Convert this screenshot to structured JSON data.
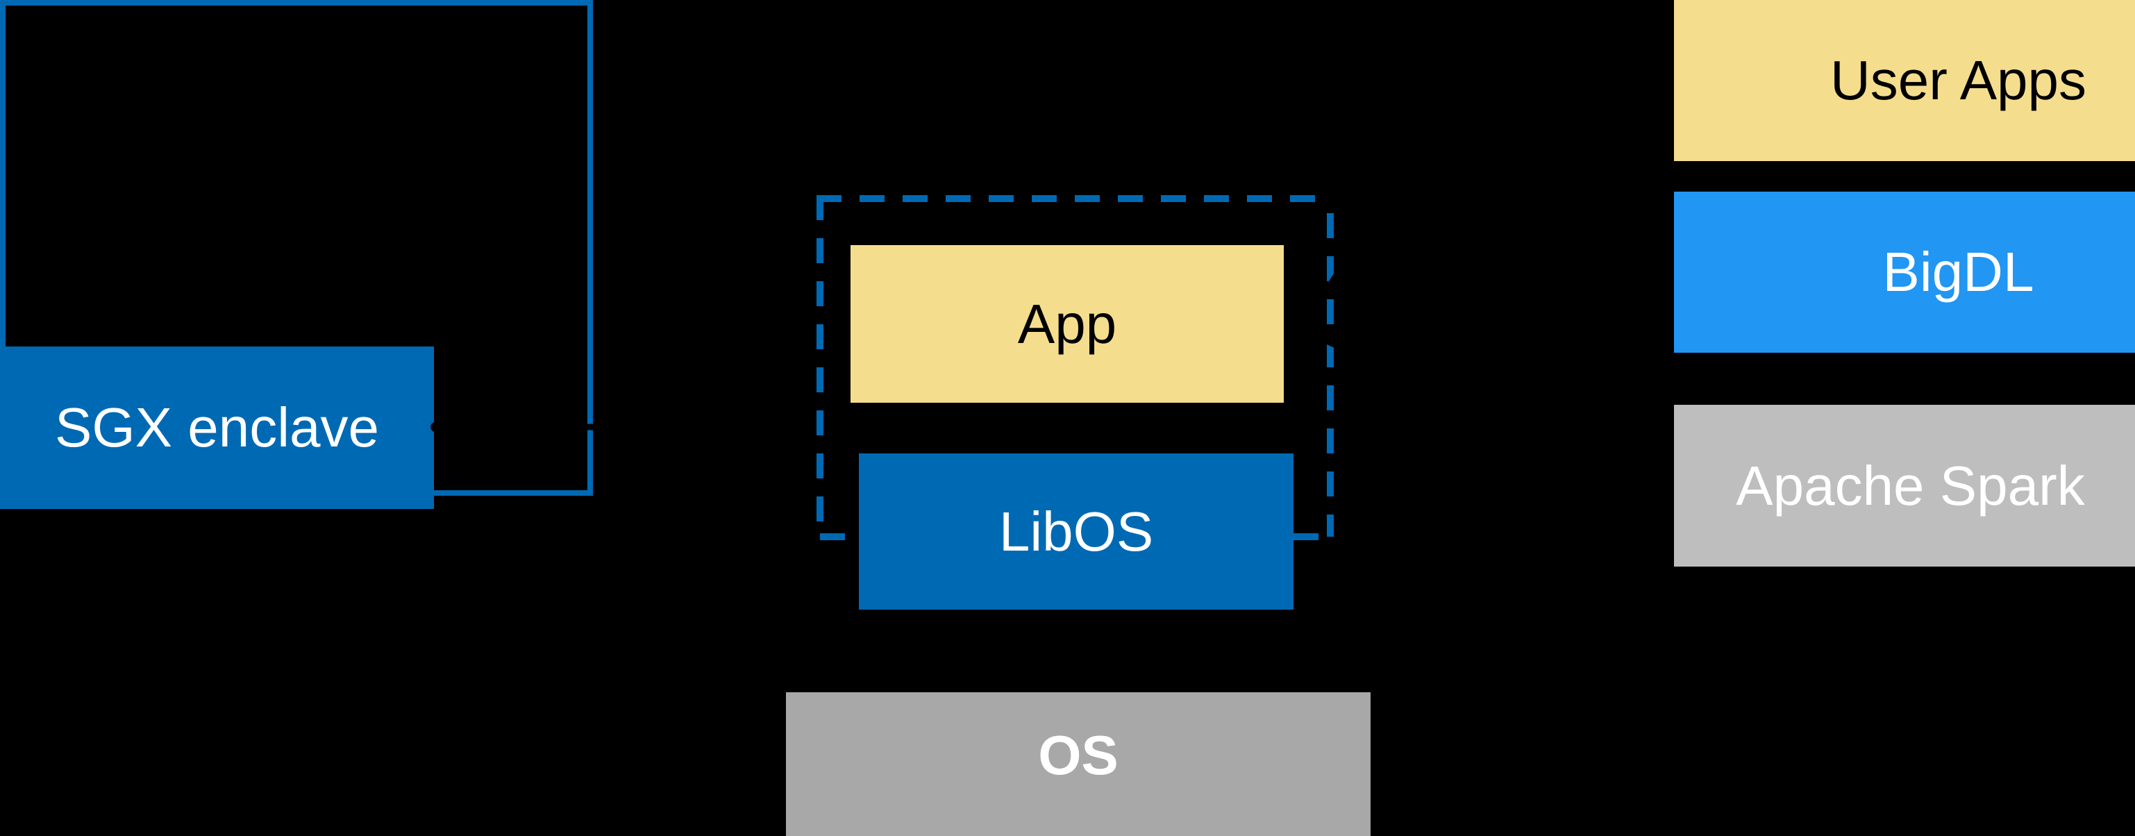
{
  "diagram": {
    "title_hint": "SGX enclave LibOS architecture diagram",
    "colors": {
      "background": "#000000",
      "intel_blue": "#0069B4",
      "bright_blue": "#2196F3",
      "yellow": "#F5DD8E",
      "gray_apache_spark": "#BEBEBE",
      "gray_os": "#A8A8A8",
      "text_dark": "#000000",
      "text_light": "#FFFFFF",
      "connector_black": "#000000"
    },
    "left": {
      "sgx_label": "SGX enclave"
    },
    "enclave": {
      "app_label": "App",
      "libos_label": "LibOS",
      "os_label": "OS"
    },
    "right_stack": {
      "user_apps_label": "User Apps",
      "bigdl_label": "BigDL",
      "apache_spark_label": "Apache Spark"
    }
  }
}
